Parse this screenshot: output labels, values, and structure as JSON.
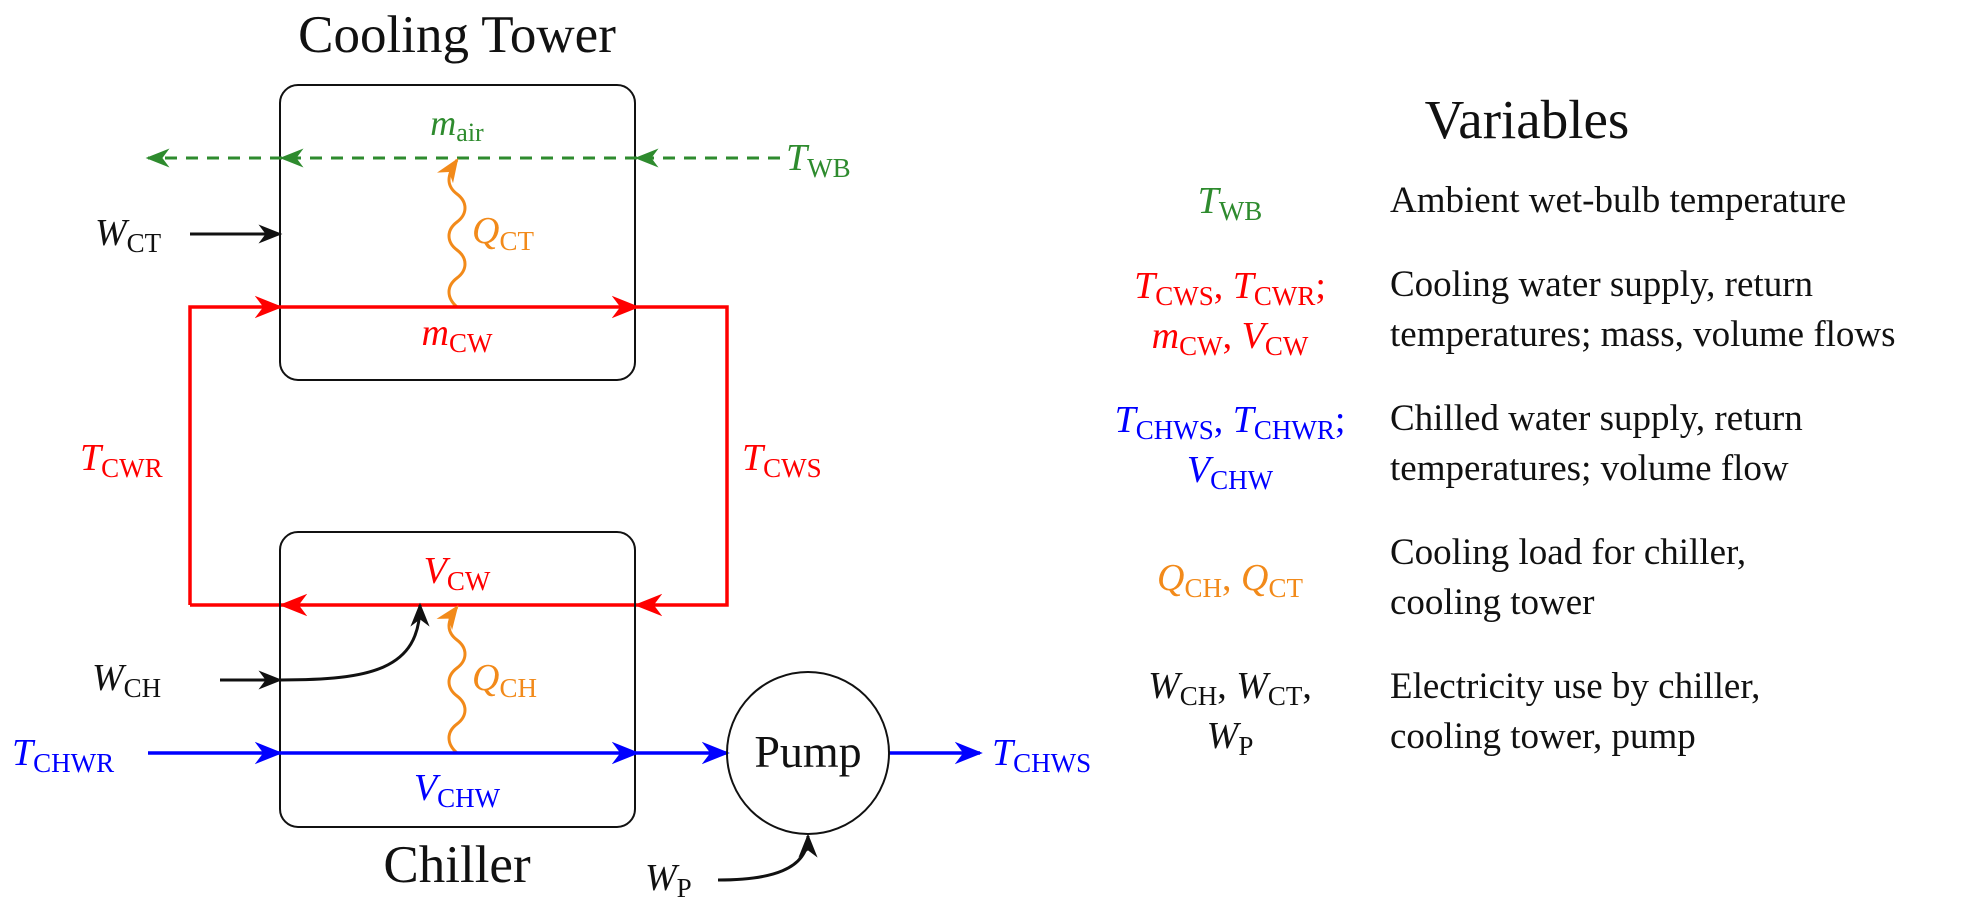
{
  "colors": {
    "green": "#2e8b2e",
    "red": "#ff0000",
    "blue": "#0000ff",
    "orange": "#f28a1a",
    "black": "#111111"
  },
  "diagram": {
    "cooling_tower_title": "Cooling Tower",
    "chiller_title": "Chiller",
    "pump_label": "Pump",
    "m_air": {
      "base": "m",
      "sub": "air"
    },
    "T_WB": {
      "base": "T",
      "sub": "WB"
    },
    "W_CT": {
      "base": "W",
      "sub": "CT"
    },
    "Q_CT": {
      "base": "Q",
      "sub": "CT"
    },
    "m_CW": {
      "base": "m",
      "sub": "CW"
    },
    "T_CWR": {
      "base": "T",
      "sub": "CWR"
    },
    "T_CWS": {
      "base": "T",
      "sub": "CWS"
    },
    "V_CW": {
      "base": "V",
      "sub": "CW"
    },
    "W_CH": {
      "base": "W",
      "sub": "CH"
    },
    "Q_CH": {
      "base": "Q",
      "sub": "CH"
    },
    "T_CHWR": {
      "base": "T",
      "sub": "CHWR"
    },
    "V_CHW": {
      "base": "V",
      "sub": "CHW"
    },
    "T_CHWS": {
      "base": "T",
      "sub": "CHWS"
    },
    "W_P": {
      "base": "W",
      "sub": "P"
    }
  },
  "legend": {
    "title": "Variables",
    "rows": [
      {
        "symbols_line1": [
          {
            "base": "T",
            "sub": "WB"
          }
        ],
        "desc_line1": "Ambient wet-bulb temperature"
      },
      {
        "symbols_line1": [
          {
            "base": "T",
            "sub": "CWS"
          },
          {
            "base": "T",
            "sub": "CWR"
          }
        ],
        "symbols_line2": [
          {
            "base": "m",
            "sub": "CW"
          },
          {
            "base": "V",
            "sub": "CW"
          }
        ],
        "desc_line1": "Cooling water supply, return",
        "desc_line2": "temperatures; mass, volume flows"
      },
      {
        "symbols_line1": [
          {
            "base": "T",
            "sub": "CHWS"
          },
          {
            "base": "T",
            "sub": "CHWR"
          }
        ],
        "symbols_line2": [
          {
            "base": "V",
            "sub": "CHW"
          }
        ],
        "desc_line1": "Chilled water supply, return",
        "desc_line2": "temperatures; volume flow"
      },
      {
        "symbols_line1": [
          {
            "base": "Q",
            "sub": "CH"
          },
          {
            "base": "Q",
            "sub": "CT"
          }
        ],
        "desc_line1": "Cooling load for chiller,",
        "desc_line2": "cooling tower"
      },
      {
        "symbols_line1": [
          {
            "base": "W",
            "sub": "CH"
          },
          {
            "base": "W",
            "sub": "CT"
          }
        ],
        "symbols_line2": [
          {
            "base": "W",
            "sub": "P"
          }
        ],
        "desc_line1": "Electricity use by chiller,",
        "desc_line2": "cooling tower, pump"
      }
    ]
  }
}
